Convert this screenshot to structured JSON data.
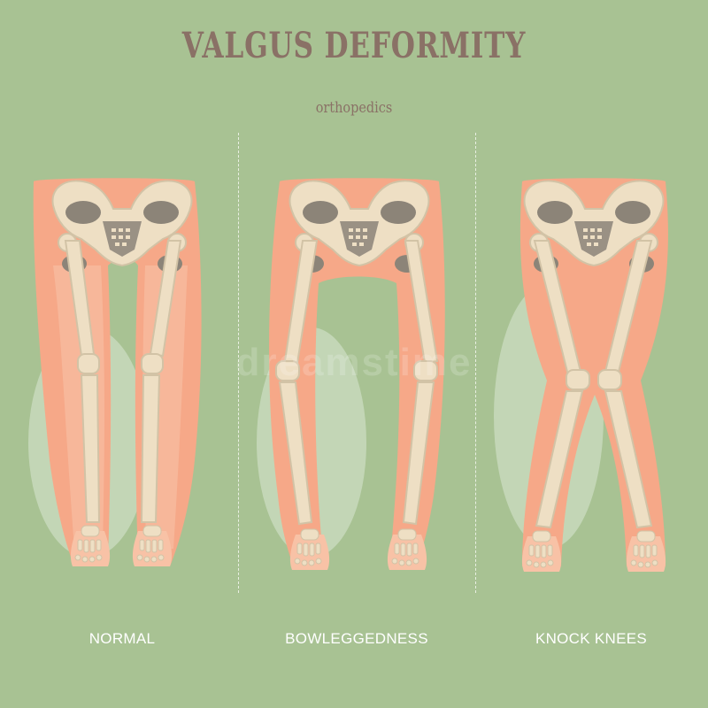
{
  "header": {
    "title": "VALGUS DEFORMITY",
    "subtitle": "orthopedics"
  },
  "panels": [
    {
      "id": "normal",
      "label": "NORMAL"
    },
    {
      "id": "bowleggedness",
      "label": "BOWLEGGEDNESS"
    },
    {
      "id": "knock-knees",
      "label": "KNOCK KNEES"
    }
  ],
  "watermark": "dreamstime",
  "colors": {
    "background": "#a8c293",
    "oval": "#c3d6b6",
    "skin": "#f6a888",
    "skin_light": "#f8c2a6",
    "bone": "#eedfc4",
    "bone_shadow": "#d2c3a6",
    "title": "#8a7166",
    "label": "#ffffff"
  },
  "icons": [
    "pelvis-icon",
    "femur-icon",
    "tibia-icon",
    "foot-icon"
  ]
}
